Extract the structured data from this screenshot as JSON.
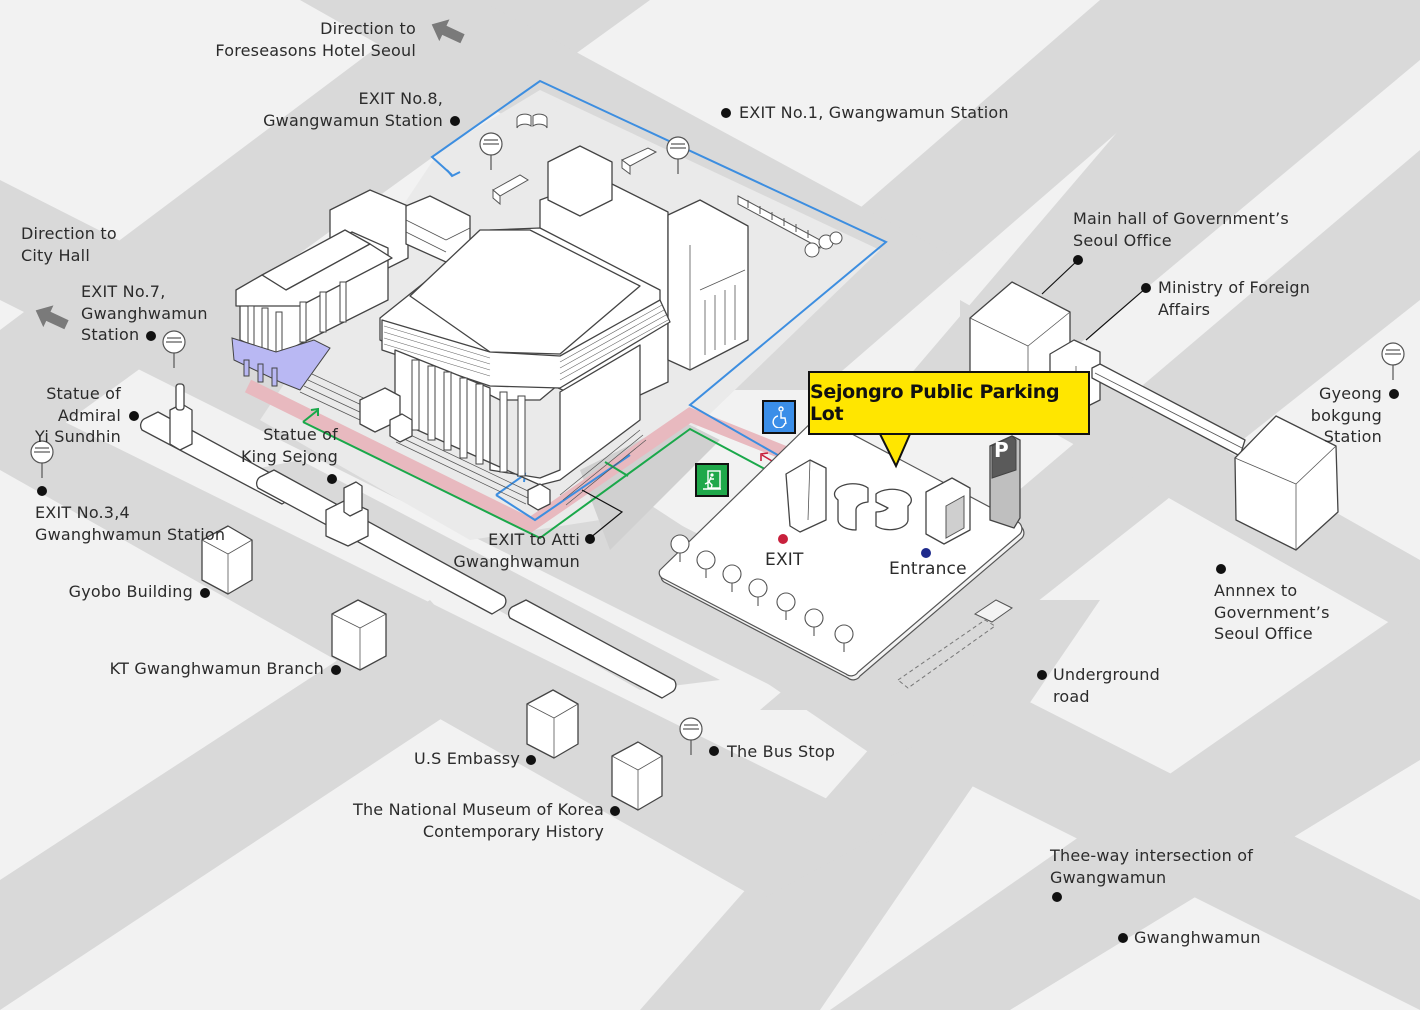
{
  "map": {
    "title": "Sejongro Public Parking Lot",
    "colors": {
      "background": "#f2f2f2",
      "road": "#d9d9d9",
      "building_fill": "#ffffff",
      "building_stroke": "#444444",
      "callout": "#ffe600",
      "route_blue": "#3d8ee0",
      "route_green": "#1aa84a",
      "route_pink": "#e8b9bf",
      "highlight_purple": "#b9b8f3",
      "exit_dot": "#c8203c",
      "entrance_dot": "#1e2a8c",
      "accessible_sign": "#3b8ee8",
      "emergency_exit_sign": "#1fa84a"
    },
    "callout_label": "Sejongro Public Parking Lot",
    "parking_sign_letter": "P",
    "markers": {
      "exit_label": "EXIT",
      "entrance_label": "Entrance"
    },
    "icons": {
      "accessible": "wheelchair-icon",
      "emergency_exit": "emergency-exit-icon",
      "bus_stop": "bus-stop-sign-icon",
      "direction_arrow": "direction-arrow-icon",
      "parking": "parking-sign-icon"
    },
    "labels": {
      "direction_hotel": "Direction to\nForeseasons Hotel Seoul",
      "exit8": "EXIT No.8,\nGwangwamun Station",
      "exit1": "EXIT No.1, Gwangwamun Station",
      "direction_cityhall": "Direction to\nCity Hall",
      "exit7": "EXIT No.7,\nGwanghwamun\nStation",
      "statue_admiral": "Statue of\nAdmiral\nYi Sundhin",
      "statue_king": "Statue of\nKing Sejong",
      "exit34": "EXIT No.3,4\nGwanghwamun Station",
      "gyobo": "Gyobo Building",
      "kt": "KT Gwanghwamun Branch",
      "exit_atti": "EXIT to Atti\nGwanghwamun",
      "us_embassy": "U.S Embassy",
      "museum": "The National Museum of Korea\nContemporary History",
      "bus_stop": "The Bus Stop",
      "main_hall": "Main hall of Government’s\nSeoul Office",
      "mofa": "Ministry of Foreign\nAffairs",
      "gyeongbokgung": "Gyeong\nbokgung\nStation",
      "annex": "Annnex to\nGovernment’s\nSeoul Office",
      "underground": "Underground\nroad",
      "three_way": "Thee-way intersection of\nGwangwamun",
      "gwanghwamun": "Gwanghwamun"
    }
  }
}
